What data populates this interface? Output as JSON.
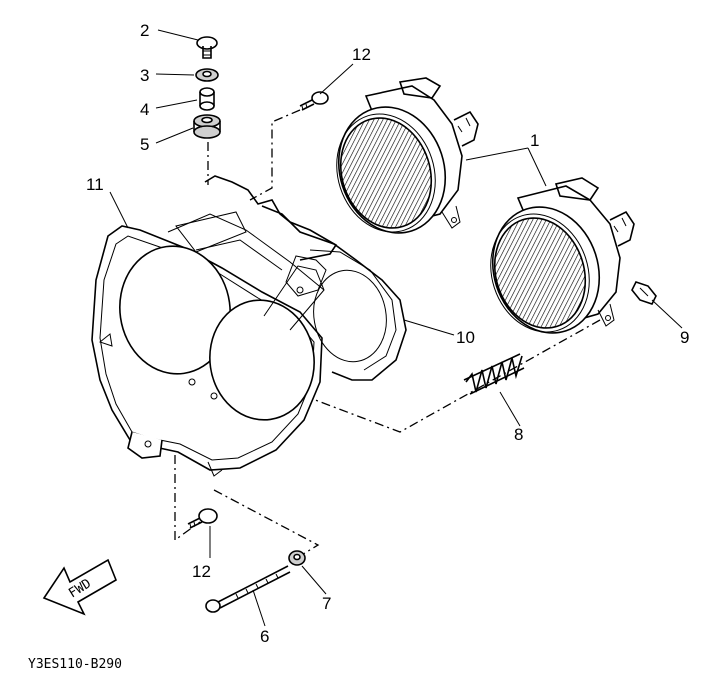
{
  "callouts": {
    "p1": "1",
    "p2": "2",
    "p3": "3",
    "p4": "4",
    "p5": "5",
    "p6": "6",
    "p7": "7",
    "p8": "8",
    "p9": "9",
    "p10": "10",
    "p11": "11",
    "p12a": "12",
    "p12b": "12"
  },
  "fwd_label": "FWD",
  "diagram_code": "Y3ES110-B290"
}
